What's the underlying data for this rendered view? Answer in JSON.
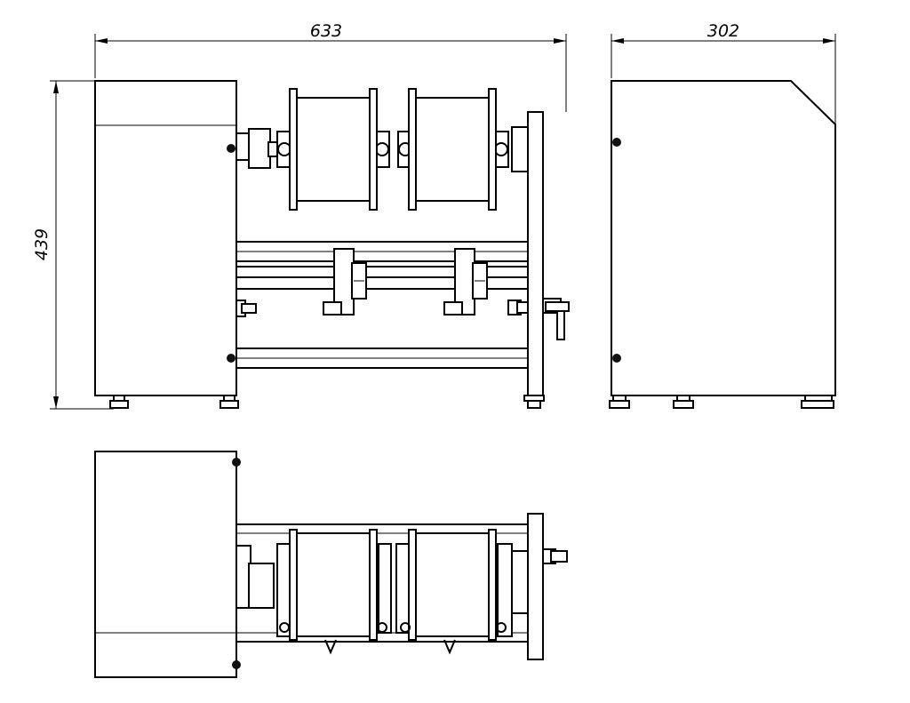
{
  "dimensions": {
    "front_width": "633",
    "side_width": "302",
    "front_height": "439"
  }
}
